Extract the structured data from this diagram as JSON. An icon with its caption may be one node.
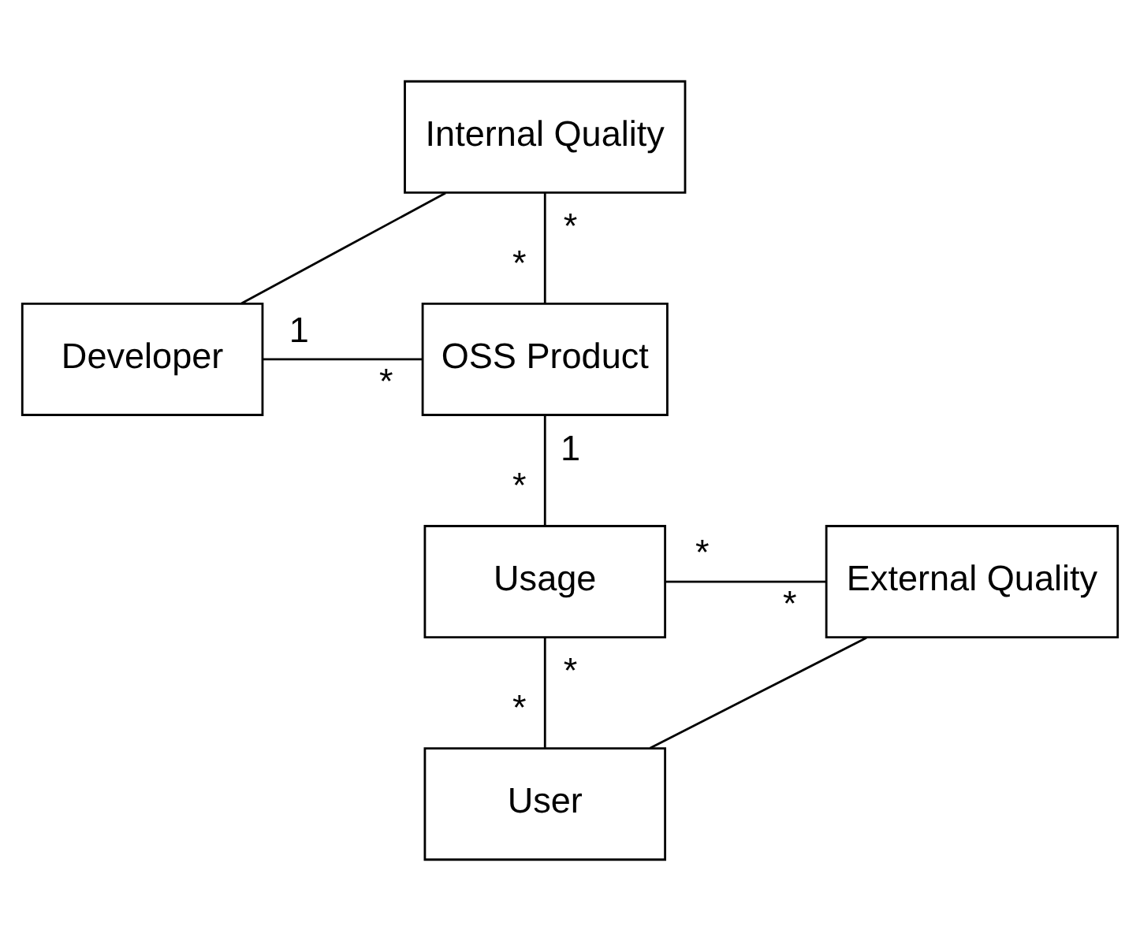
{
  "diagram": {
    "nodes": [
      {
        "text": [
          "Internal Quality"
        ]
      },
      {
        "text": [
          "Developer"
        ]
      },
      {
        "text": [
          "OSS Product"
        ]
      },
      {
        "text": [
          "Usage"
        ]
      },
      {
        "text": [
          "External Quality"
        ]
      },
      {
        "text": [
          "User"
        ]
      }
    ],
    "edges": [
      {
        "from": 0,
        "to": 2,
        "arrow": "none"
      },
      {
        "from": 1,
        "to": 2,
        "arrow": "none"
      },
      {
        "from": 1,
        "to": 0,
        "arrow": "none"
      },
      {
        "from": 2,
        "to": 3,
        "arrow": "none"
      },
      {
        "from": 3,
        "to": 4,
        "arrow": "none"
      },
      {
        "from": 3,
        "to": 5,
        "arrow": "none"
      },
      {
        "from": 5,
        "to": 4,
        "arrow": "none"
      }
    ],
    "labels": [
      "*",
      "*",
      "1",
      "*",
      "1",
      "*",
      "*",
      "*",
      "*",
      "*"
    ]
  }
}
